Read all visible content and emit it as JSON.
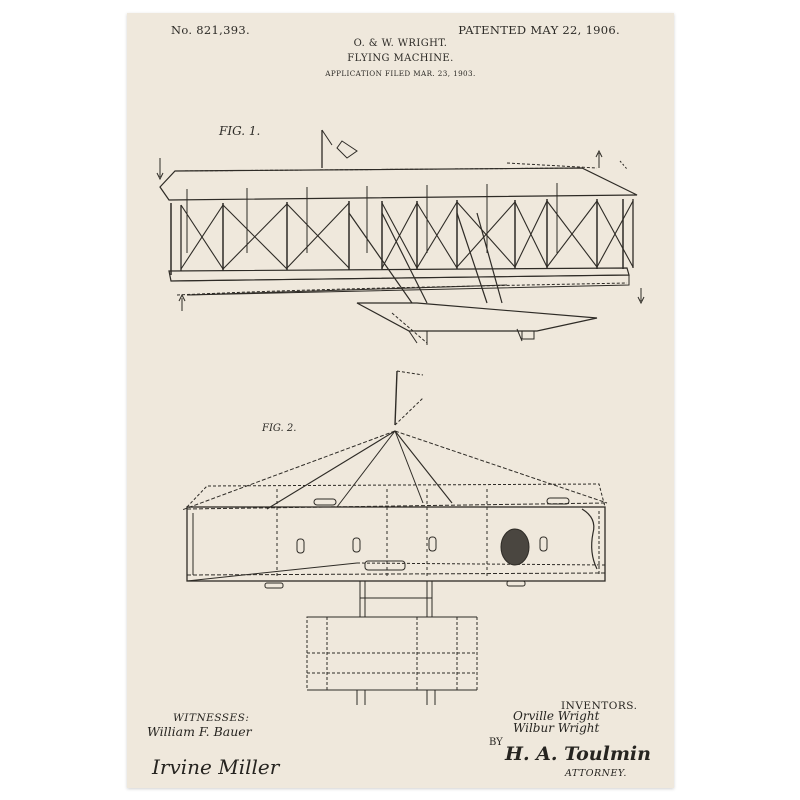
{
  "patent": {
    "number": "No. 821,393.",
    "date": "PATENTED MAY 22, 1906.",
    "inventors_line": "O. & W. WRIGHT.",
    "title": "FLYING MACHINE.",
    "application": "APPLICATION FILED MAR. 23, 1903."
  },
  "figures": {
    "fig1_label": "FIG. 1.",
    "fig2_label": "FIG. 2."
  },
  "signatures": {
    "witnesses_label": "WITNESSES:",
    "witness1": "William F. Bauer",
    "witness2": "Irvine Miller",
    "inventors_label": "INVENTORS.",
    "inventor1": "Orville Wright",
    "inventor2": "Wilbur Wright",
    "by_label": "BY",
    "attorney_signature": "H. A. Toulmin",
    "attorney_label": "ATTORNEY."
  }
}
